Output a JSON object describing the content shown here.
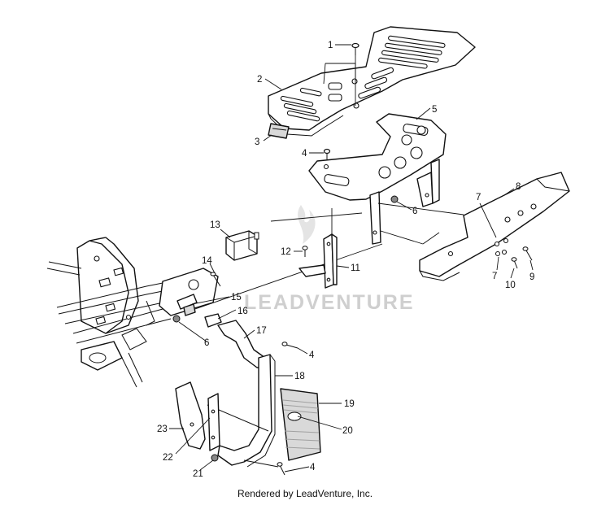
{
  "watermark": "LEADVENTURE",
  "footer": "Rendered by LeadVenture, Inc.",
  "callouts": {
    "c1": "1",
    "c2": "2",
    "c3": "3",
    "c4a": "4",
    "c5": "5",
    "c6a": "6",
    "c7a": "7",
    "c8": "8",
    "c9": "9",
    "c7b": "7",
    "c10": "10",
    "c11": "11",
    "c12": "12",
    "c13": "13",
    "c14": "14",
    "c15": "15",
    "c16": "16",
    "c6b": "6",
    "c17": "17",
    "c4b": "4",
    "c18": "18",
    "c19": "19",
    "c20": "20",
    "c23": "23",
    "c22": "22",
    "c21": "21",
    "c4c": "4"
  }
}
